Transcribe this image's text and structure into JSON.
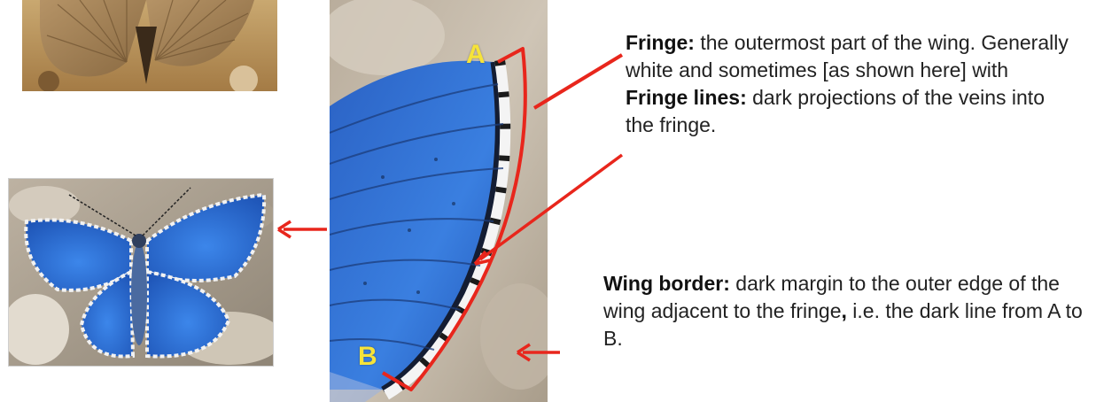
{
  "figure": {
    "points": {
      "a": "A",
      "b": "B"
    },
    "fringe_caption": {
      "term1": "Fringe:",
      "text1": "the outermost part of the wing. Generally white and sometimes [as shown here] with",
      "term2": "Fringe lines:",
      "text2": "dark projections of the veins into the fringe."
    },
    "border_caption": {
      "term": "Wing border:",
      "text_main": "dark margin to the outer edge of the wing adjacent to the fringe",
      "comma": ",",
      "text_tail": "i.e. the dark line from A to B."
    },
    "colors": {
      "annotation_red": "#e8261c",
      "point_label_yellow": "#f6e33a",
      "wing_blue": "#2f6fd6"
    },
    "icons": [
      "butterfly-photo-icon",
      "wing-closeup-photo-icon",
      "arrow-icon",
      "bracket-icon"
    ]
  }
}
